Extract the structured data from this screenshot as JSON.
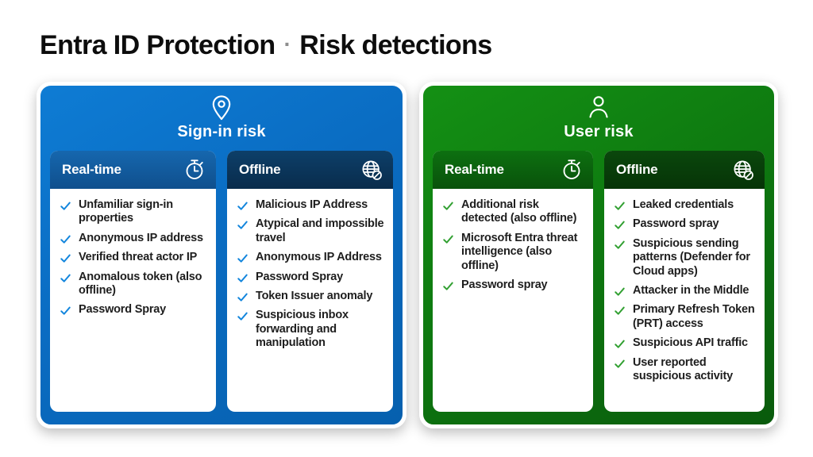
{
  "title": {
    "product": "Entra ID Protection",
    "separator": "·",
    "topic": "Risk detections"
  },
  "colors": {
    "signin_panel": "#0a6cc2",
    "signin_realtime_header": "#115c9e",
    "signin_offline_header": "#0b3a60",
    "signin_check": "#1386dd",
    "user_panel": "#0e7a10",
    "user_realtime_header": "#0c6b0e",
    "user_offline_header": "#0a430c",
    "user_check": "#32a032"
  },
  "panels": [
    {
      "title": "Sign-in risk",
      "icon": "location-pin-icon",
      "columns": [
        {
          "label": "Real-time",
          "icon": "stopwatch-icon",
          "items": [
            "Unfamiliar sign-in properties",
            "Anonymous IP address",
            "Verified threat actor IP",
            "Anomalous token (also offline)",
            "Password Spray"
          ]
        },
        {
          "label": "Offline",
          "icon": "globe-offline-icon",
          "items": [
            "Malicious IP Address",
            "Atypical and impossible travel",
            "Anonymous IP Address",
            "Password Spray",
            "Token Issuer anomaly",
            "Suspicious inbox forwarding and manipulation"
          ]
        }
      ]
    },
    {
      "title": "User risk",
      "icon": "person-icon",
      "columns": [
        {
          "label": "Real-time",
          "icon": "stopwatch-icon",
          "items": [
            "Additional risk detected (also offline)",
            "Microsoft Entra threat intelligence (also offline)",
            "Password spray"
          ]
        },
        {
          "label": "Offline",
          "icon": "globe-offline-icon",
          "items": [
            "Leaked credentials",
            "Password spray",
            "Suspicious sending patterns (Defender for Cloud apps)",
            "Attacker in the Middle",
            "Primary Refresh Token (PRT) access",
            "Suspicious API traffic",
            "User reported suspicious activity"
          ]
        }
      ]
    }
  ]
}
